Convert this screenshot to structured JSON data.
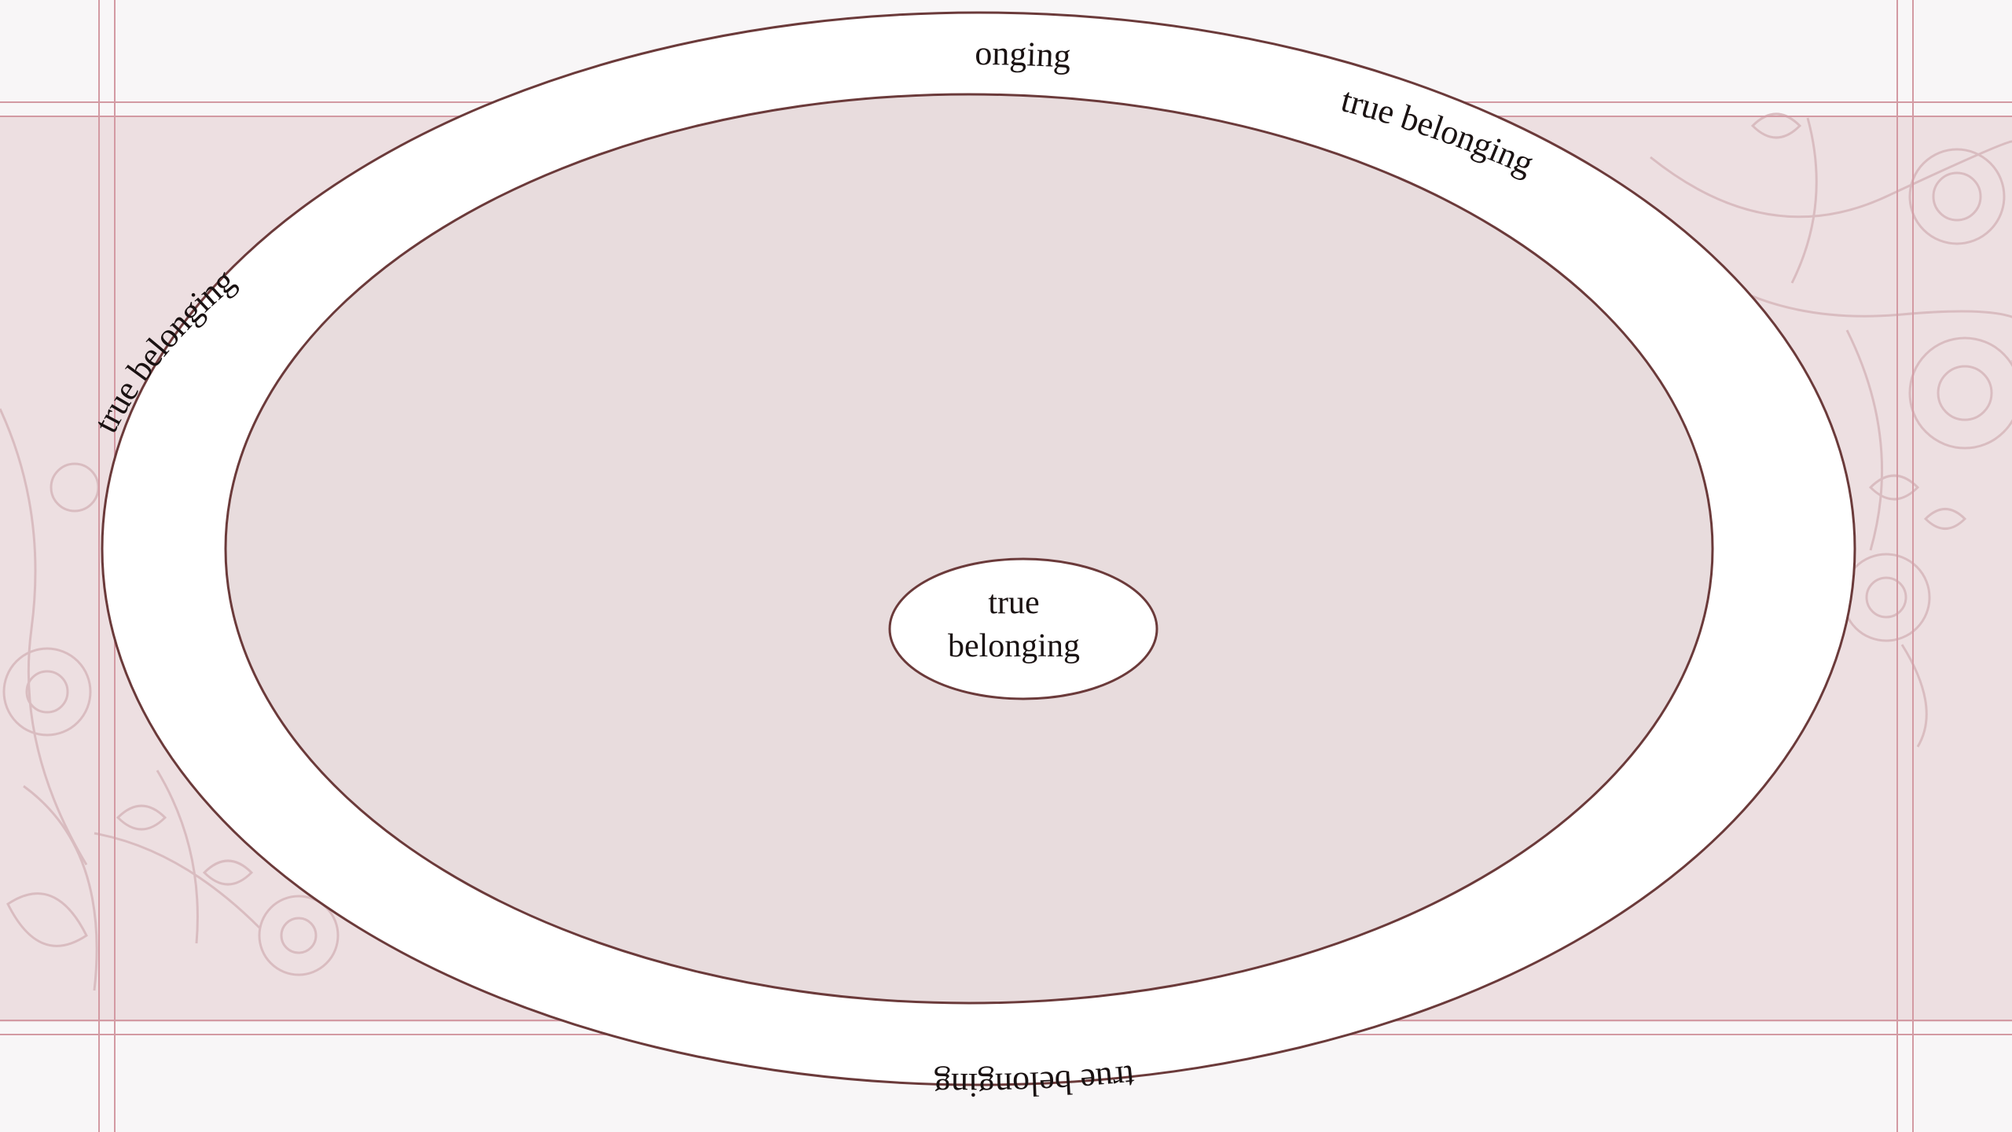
{
  "slide": {
    "background_color": "#f8f6f7",
    "band_color": "#eddfe1",
    "outline_color": "#6b3a3a",
    "guide_color": "#d39aa3",
    "floral_color": "#d7b9bd"
  },
  "diagram": {
    "outer_ring": {
      "fill": "#ffffff",
      "labels": [
        "true belonging",
        "true belonging",
        "true belonging",
        "true belonging"
      ]
    },
    "middle_area": {
      "fill": "#e8dcdd"
    },
    "core": {
      "fill": "#ffffff",
      "label_line1": "true",
      "label_line2": "belonging"
    }
  }
}
